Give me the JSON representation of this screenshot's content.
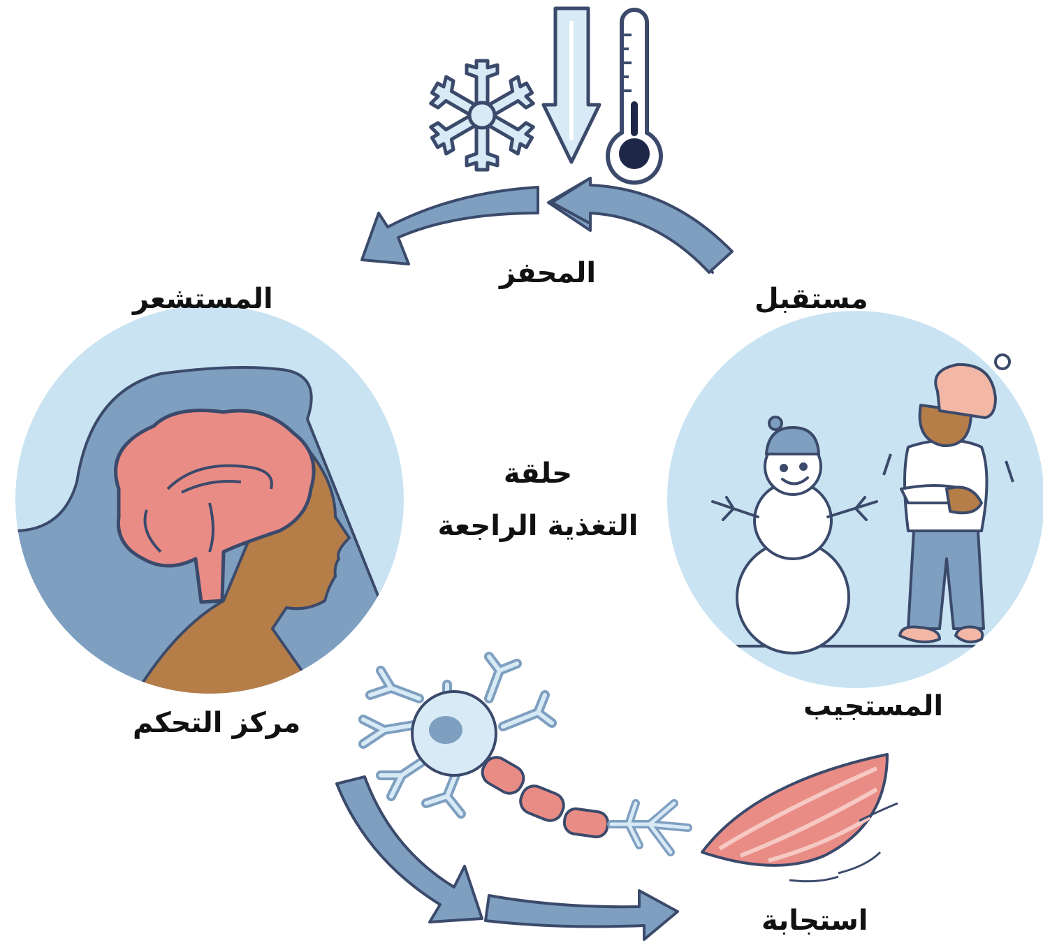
{
  "labels": {
    "stimulus": "المحفز",
    "sensor": "المستشعر",
    "receptor": "مستقبل",
    "loop_line1": "حلقة",
    "loop_line2": "التغذية الراجعة",
    "control_center": "مركز التحكم",
    "effector": "المستجيب",
    "response": "استجابة"
  },
  "icons": [
    "snowflake-icon",
    "down-arrow-icon",
    "thermometer-icon",
    "brain-icon",
    "snowman-icon",
    "cold-person-icon",
    "neuron-icon",
    "muscle-icon"
  ],
  "colors": {
    "circle_bg": "#c9e3f2",
    "arrow": "#7e9fc0",
    "brain": "#ea8c86",
    "skin": "#b57d48",
    "outline": "#3b4a6b"
  }
}
